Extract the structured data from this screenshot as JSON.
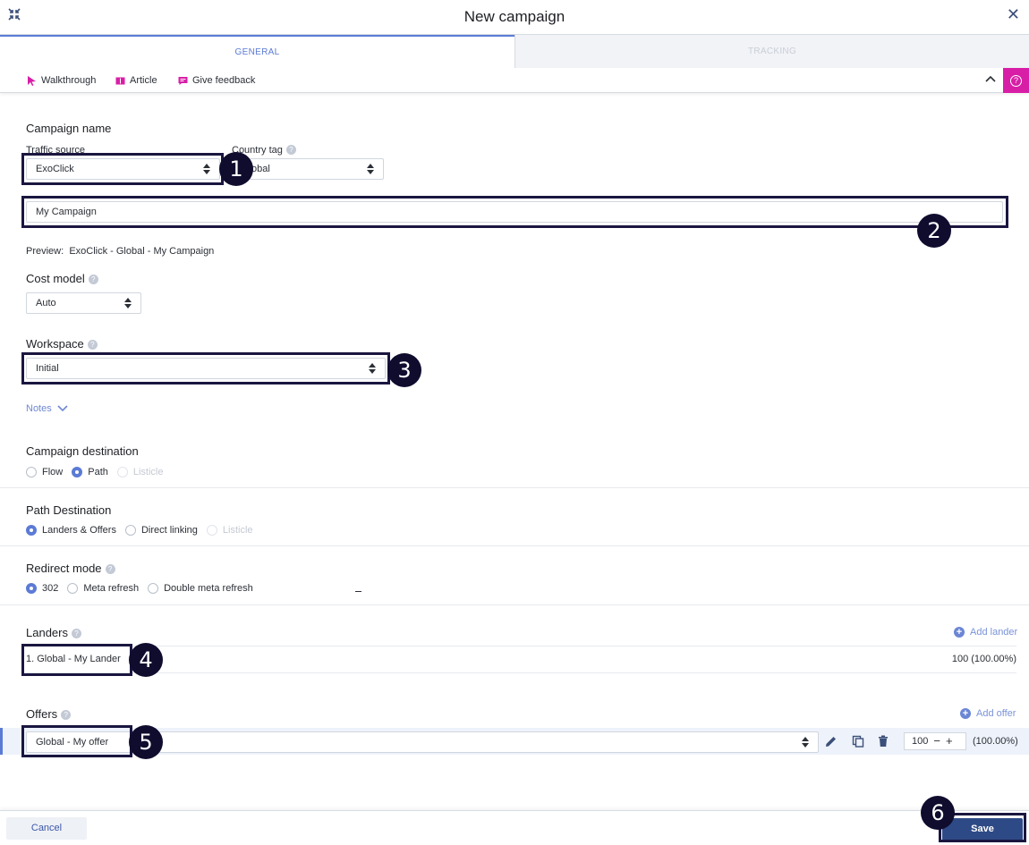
{
  "window": {
    "title": "New campaign"
  },
  "tabs": [
    {
      "label": "GENERAL",
      "active": true
    },
    {
      "label": "TRACKING",
      "active": false
    }
  ],
  "helpbar": {
    "walkthrough": "Walkthrough",
    "article": "Article",
    "feedback": "Give feedback",
    "help_glyph": "?"
  },
  "campaign_name": {
    "heading": "Campaign name",
    "traffic_source_label": "Traffic source",
    "traffic_source_value": "ExoClick",
    "country_tag_label": "Country tag",
    "country_tag_value": "Global",
    "name_value": "My Campaign",
    "preview_label": "Preview:",
    "preview_value": "ExoClick - Global - My Campaign"
  },
  "cost_model": {
    "heading": "Cost model",
    "value": "Auto"
  },
  "workspace": {
    "heading": "Workspace",
    "value": "Initial"
  },
  "notes": {
    "label": "Notes"
  },
  "campaign_destination": {
    "heading": "Campaign destination",
    "options": [
      {
        "label": "Flow",
        "state": "off"
      },
      {
        "label": "Path",
        "state": "on"
      },
      {
        "label": "Listicle",
        "state": "disabled"
      }
    ]
  },
  "path_destination": {
    "heading": "Path Destination",
    "options": [
      {
        "label": "Landers & Offers",
        "state": "on"
      },
      {
        "label": "Direct linking",
        "state": "off"
      },
      {
        "label": "Listicle",
        "state": "disabled"
      }
    ]
  },
  "redirect_mode": {
    "heading": "Redirect mode",
    "options": [
      {
        "label": "302",
        "state": "on"
      },
      {
        "label": "Meta refresh",
        "state": "off"
      },
      {
        "label": "Double meta refresh",
        "state": "off"
      }
    ]
  },
  "landers": {
    "heading": "Landers",
    "add_label": "Add lander",
    "items": [
      {
        "name": "1. Global - My Lander",
        "weight": "100 (100.00%)"
      }
    ]
  },
  "offers": {
    "heading": "Offers",
    "add_label": "Add offer",
    "items": [
      {
        "name": "Global - My offer",
        "weight": "100",
        "percent": "(100.00%)"
      }
    ]
  },
  "footer": {
    "cancel": "Cancel",
    "save": "Save"
  },
  "annotations": [
    "1",
    "2",
    "3",
    "4",
    "5",
    "6"
  ],
  "colors": {
    "accent": "#5b7bd5",
    "help": "#d81ea6",
    "save": "#2e4a86",
    "marker": "#0f0c2e"
  }
}
